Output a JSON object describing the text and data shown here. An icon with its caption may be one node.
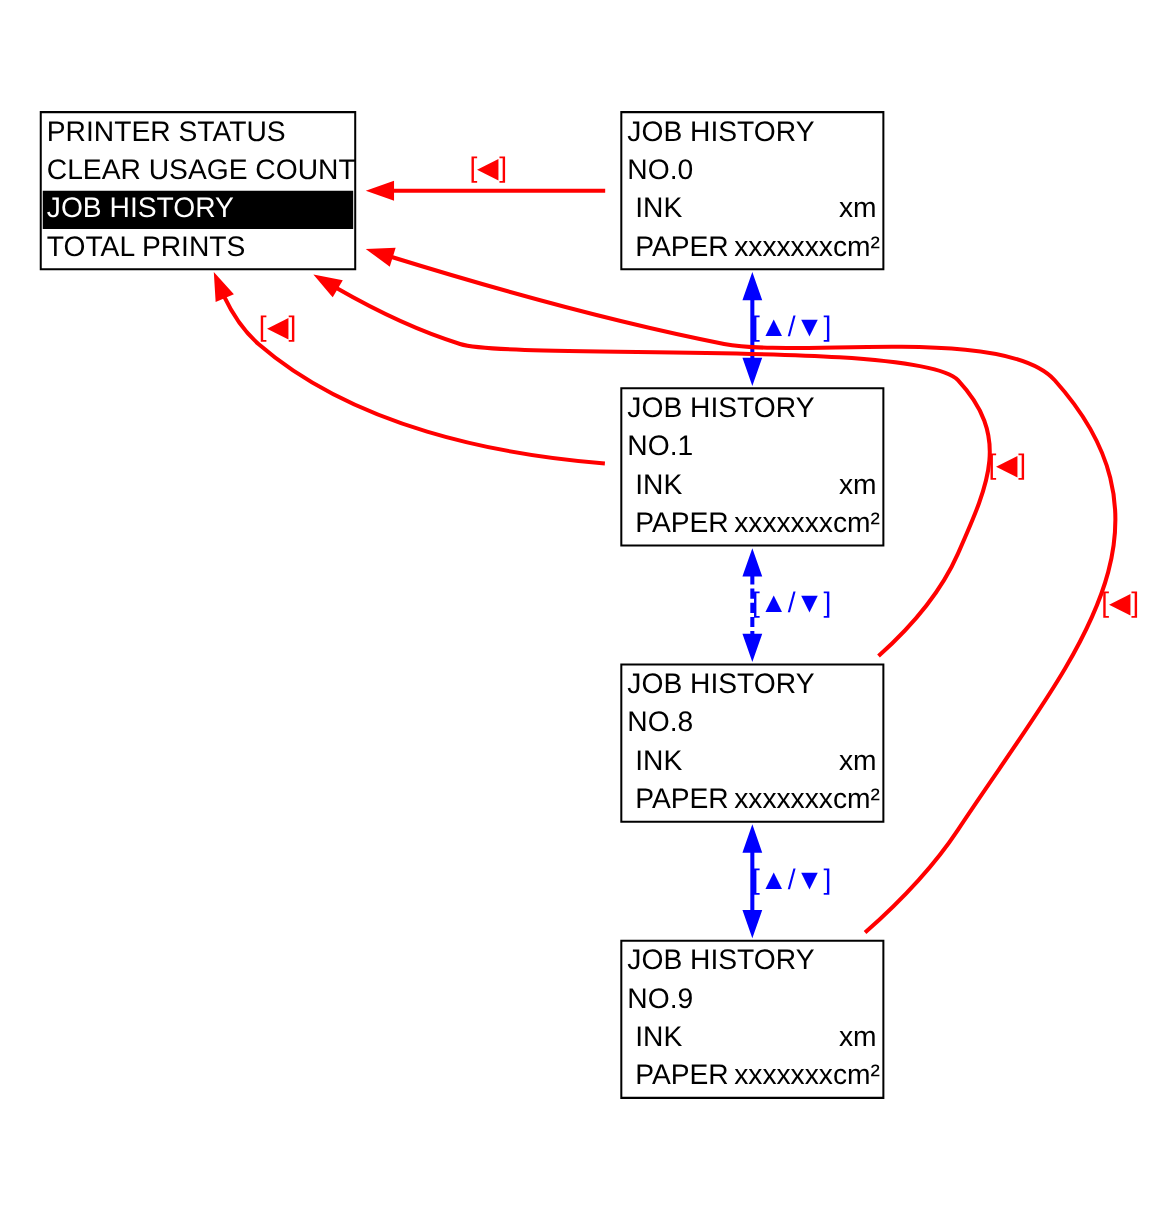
{
  "diagram": {
    "nodes": [
      {
        "text": [
          "PRINTER STATUS",
          "CLEAR USAGE COUNT",
          "JOB HISTORY",
          "TOTAL PRINTS"
        ]
      },
      {
        "text": [
          "JOB HISTORY",
          "NO.0",
          "INK",
          "xm",
          "PAPER",
          "xxxxxxxcm²"
        ]
      },
      {
        "text": [
          "JOB HISTORY",
          "NO.1",
          "INK",
          "xm",
          "PAPER",
          "xxxxxxxcm²"
        ]
      },
      {
        "text": [
          "JOB HISTORY",
          "NO.8",
          "INK",
          "xm",
          "PAPER",
          "xxxxxxxcm²"
        ]
      },
      {
        "text": [
          "JOB HISTORY",
          "NO.9",
          "INK",
          "xm",
          "PAPER",
          "xxxxxxxcm²"
        ]
      }
    ],
    "edges": [
      {
        "from": 1,
        "to": 0,
        "arrow": "to",
        "label": "[◀]",
        "color": "#ff0000"
      },
      {
        "from": 1,
        "to": 2,
        "arrow": "both",
        "label": "[▲/▼]",
        "color": "#0000ff"
      },
      {
        "from": 2,
        "to": 0,
        "arrow": "to",
        "label": "[◀]",
        "color": "#ff0000"
      },
      {
        "from": 2,
        "to": 3,
        "arrow": "both",
        "label": "[▲/▼]",
        "color": "#0000ff",
        "style": "dashed"
      },
      {
        "from": 3,
        "to": 0,
        "arrow": "to",
        "label": "[◀]",
        "color": "#ff0000"
      },
      {
        "from": 3,
        "to": 4,
        "arrow": "both",
        "label": "[▲/▼]",
        "color": "#0000ff"
      },
      {
        "from": 4,
        "to": 0,
        "arrow": "to",
        "label": "[◀]",
        "color": "#ff0000"
      }
    ]
  }
}
